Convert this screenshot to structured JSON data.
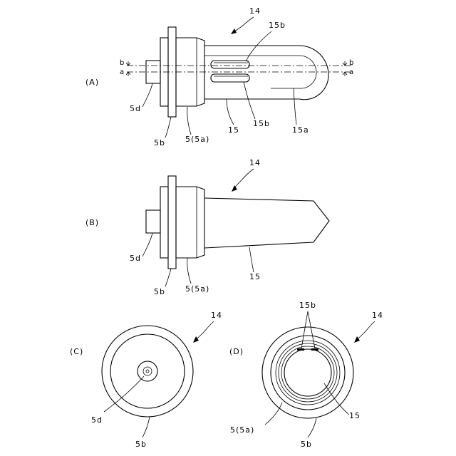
{
  "figures": {
    "A": {
      "label": "(A)",
      "labels": {
        "main": "14",
        "slit_top": "15b",
        "part_5d": "5d",
        "part_5b": "5b",
        "part_5": "5(5a)",
        "part_15": "15",
        "slit_bottom": "15b",
        "part_15a": "15a",
        "b_left": "b",
        "a_left": "a",
        "b_right": "b",
        "a_right": "a"
      }
    },
    "B": {
      "label": "(B)",
      "labels": {
        "main": "14",
        "part_5d": "5d",
        "part_5b": "5b",
        "part_5": "5(5a)",
        "part_15": "15"
      }
    },
    "C": {
      "label": "(C)",
      "labels": {
        "main": "14",
        "part_5d": "5d",
        "part_5b": "5b"
      }
    },
    "D": {
      "label": "(D)",
      "labels": {
        "main": "14",
        "slits": "15b",
        "part_5": "5(5a)",
        "part_5b": "5b",
        "part_15": "15"
      }
    }
  }
}
